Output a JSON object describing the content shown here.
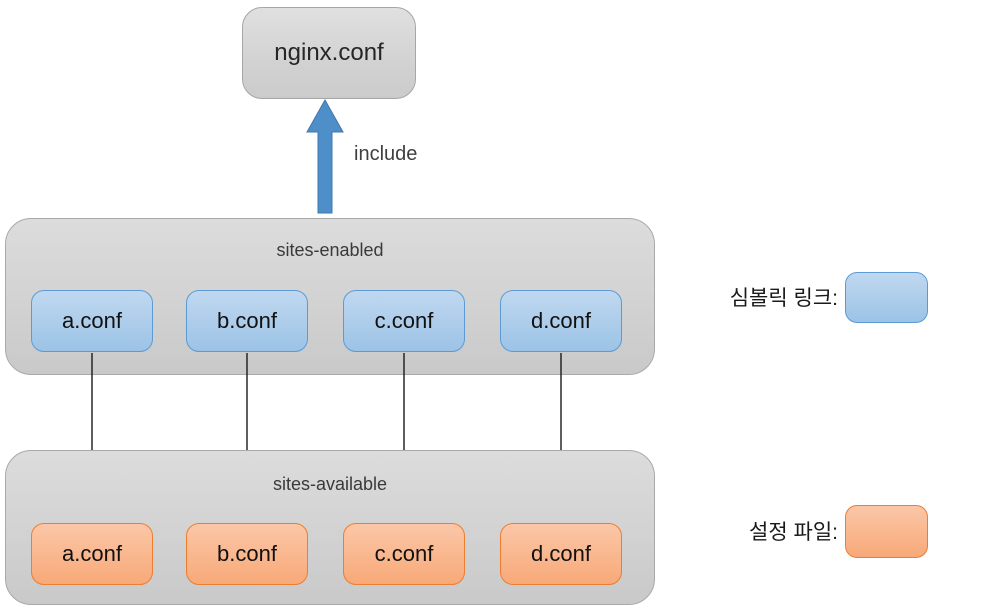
{
  "nginx_node": {
    "label": "nginx.conf"
  },
  "include_label": "include",
  "sites_enabled": {
    "title": "sites-enabled",
    "items": [
      {
        "label": "a.conf"
      },
      {
        "label": "b.conf"
      },
      {
        "label": "c.conf"
      },
      {
        "label": "d.conf"
      }
    ]
  },
  "sites_available": {
    "title": "sites-available",
    "items": [
      {
        "label": "a.conf"
      },
      {
        "label": "b.conf"
      },
      {
        "label": "c.conf"
      },
      {
        "label": "d.conf"
      }
    ]
  },
  "legend": {
    "symbolic_link_label": "심볼릭 링크:",
    "config_file_label": "설정 파일:"
  },
  "colors": {
    "symbolic_link_fill": "#9cc3e6",
    "symbolic_link_border": "#5b9bd5",
    "config_file_fill": "#f8a978",
    "config_file_border": "#ed7d31",
    "include_arrow_fill": "#4e8fc9",
    "include_arrow_border": "#3f77ac",
    "container_fill": "#d2d2d2",
    "container_border": "#a9a9a9",
    "connector": "#1a1a1a"
  }
}
